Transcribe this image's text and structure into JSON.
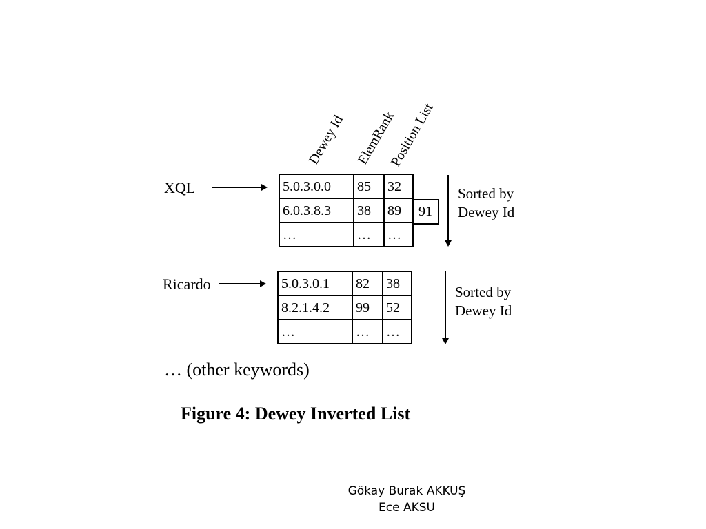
{
  "columns": [
    "Dewey Id",
    "ElemRank",
    "Position List"
  ],
  "lists": [
    {
      "keyword": "XQL",
      "rows": [
        [
          "5.0.3.0.0",
          "85",
          "32"
        ],
        [
          "6.0.3.8.3",
          "38",
          "89"
        ],
        [
          "…",
          "…",
          "…"
        ]
      ],
      "extra_position": "91",
      "sorted_label": [
        "Sorted by",
        "Dewey Id"
      ]
    },
    {
      "keyword": "Ricardo",
      "rows": [
        [
          "5.0.3.0.1",
          "82",
          "38"
        ],
        [
          "8.2.1.4.2",
          "99",
          "52"
        ],
        [
          "…",
          "…",
          "…"
        ]
      ],
      "sorted_label": [
        "Sorted by",
        "Dewey Id"
      ]
    }
  ],
  "other_keywords": "… (other keywords)",
  "caption": "Figure 4: Dewey Inverted List",
  "authors": [
    "Gökay Burak AKKUŞ",
    "Ece AKSU"
  ]
}
